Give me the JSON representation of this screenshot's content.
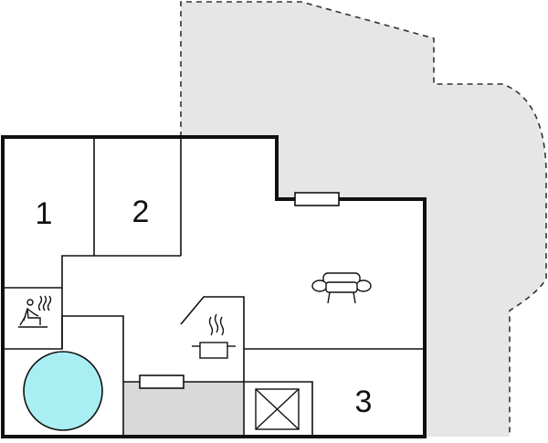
{
  "rooms": {
    "bedroom_1": {
      "label": "1"
    },
    "bedroom_2": {
      "label": "2"
    },
    "bedroom_3": {
      "label": "3"
    }
  },
  "icons": {
    "sauna": "sauna-icon",
    "sofa": "sofa-icon",
    "kitchen": "cooking-pot-icon",
    "bath": "bathroom-cross-icon",
    "pool": "whirlpool-icon",
    "window": "window-icon"
  },
  "colors": {
    "wall": "#111111",
    "terrace": "#e6e6e6",
    "pool_water": "#a9eef3",
    "background": "#ffffff"
  }
}
